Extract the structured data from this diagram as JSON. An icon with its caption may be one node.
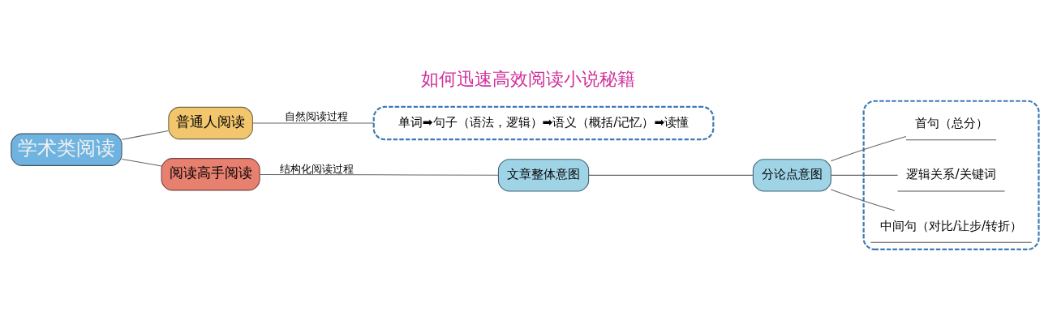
{
  "diagram": {
    "title": "如何迅速高效阅读小说秘籍",
    "nodes": [
      {
        "text": [
          "学术类阅读"
        ]
      },
      {
        "text": [
          "普通人阅读"
        ]
      },
      {
        "text": [
          "阅读高手阅读"
        ]
      },
      {
        "text": [
          "单词➡句子（语法，逻辑）➡语义（概括/记忆）➡读懂"
        ]
      },
      {
        "text": [
          "文章整体意图"
        ]
      },
      {
        "text": [
          "分论点意图"
        ]
      },
      {
        "text": [],
        "shape": "box"
      },
      {
        "text": [
          "首句（总分）"
        ],
        "in": 6
      },
      {
        "text": [
          "逻辑关系/关键词"
        ],
        "in": 6
      },
      {
        "text": [
          "中间句（对比/让步/转折）"
        ],
        "in": 6
      }
    ],
    "edges": [
      {
        "from": 0,
        "to": 1,
        "arrow": "none"
      },
      {
        "from": 0,
        "to": 2,
        "arrow": "none"
      },
      {
        "from": 1,
        "to": 3,
        "arrow": "none",
        "label": "自然阅读过程"
      },
      {
        "from": 2,
        "to": 4,
        "arrow": "none",
        "label": "结构化阅读过程"
      },
      {
        "from": 4,
        "to": 5,
        "arrow": "none"
      },
      {
        "from": 5,
        "to": 7,
        "arrow": "none"
      },
      {
        "from": 5,
        "to": 8,
        "arrow": "none"
      },
      {
        "from": 5,
        "to": 9,
        "arrow": "none"
      }
    ]
  }
}
